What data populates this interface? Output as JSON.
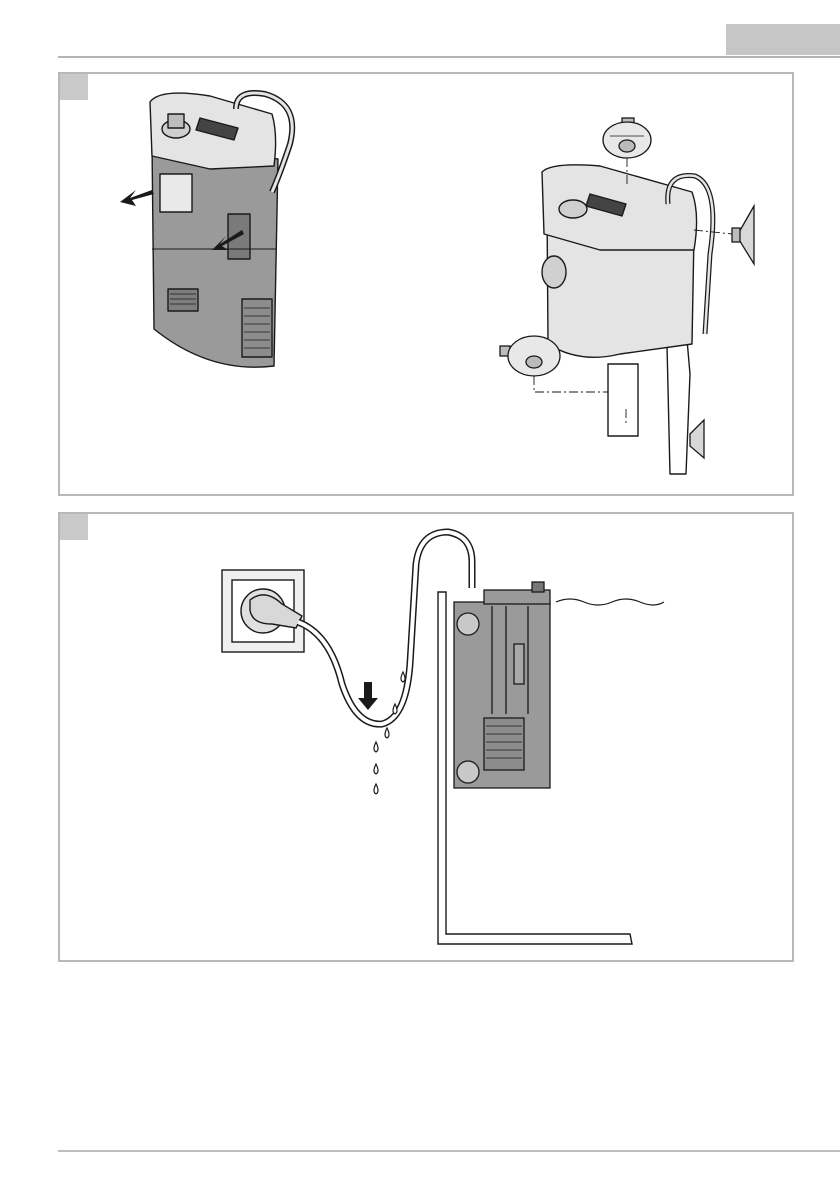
{
  "page": {
    "language_tab": "",
    "panels": [
      {
        "id": "panel-1",
        "label": ""
      },
      {
        "id": "panel-2",
        "label": ""
      }
    ]
  },
  "colors": {
    "filter_body": "#9a9a9a",
    "filter_light": "#e4e4e4",
    "panel_border": "#b8b8b8",
    "tab_gray": "#c6c6c6"
  },
  "illustrations": {
    "top_left": "filter-housing-release-arrows",
    "top_right": "suction-cup-mounting-exploded-view",
    "bottom": "filter-installed-in-aquarium-with-drip-loop-cable"
  }
}
